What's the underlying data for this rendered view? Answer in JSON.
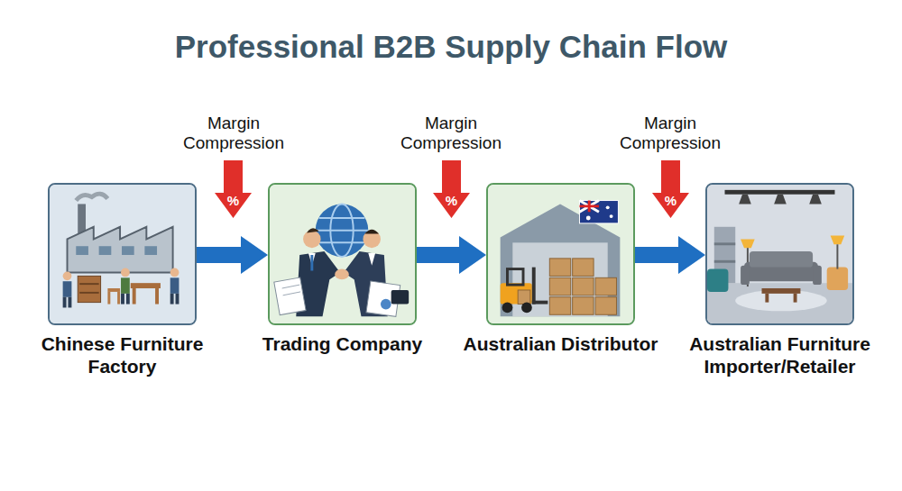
{
  "diagram": {
    "title": "Professional B2B Supply Chain Flow",
    "nodes": [
      {
        "text": [
          "Chinese Furniture Factory"
        ]
      },
      {
        "text": [
          "Trading Company"
        ]
      },
      {
        "text": [
          "Australian Distributor"
        ]
      },
      {
        "text": [
          "Australian Furniture Importer/Retailer"
        ]
      }
    ],
    "edges": [
      {
        "from": 0,
        "to": 1,
        "arrow": "to"
      },
      {
        "from": 1,
        "to": 2,
        "arrow": "to"
      },
      {
        "from": 2,
        "to": 3,
        "arrow": "to"
      }
    ],
    "labels": [
      "Margin Compression",
      "%",
      "Margin Compression",
      "%",
      "Margin Compression",
      "%"
    ]
  }
}
